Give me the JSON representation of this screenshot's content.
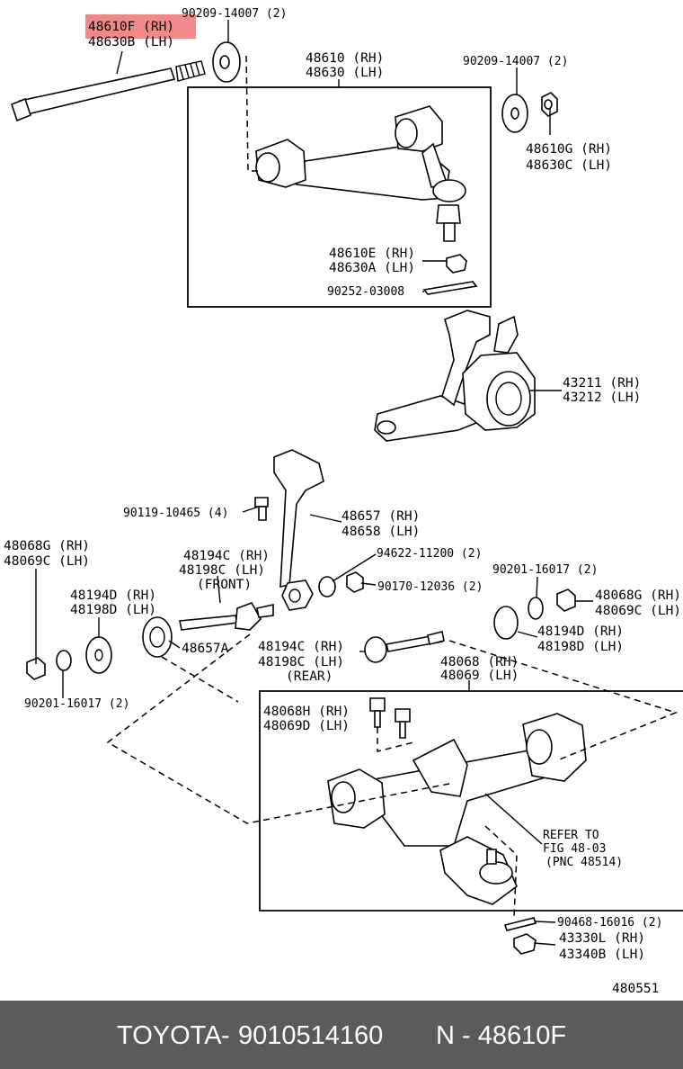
{
  "highlight_color": "#f08a8a",
  "footer": {
    "brand": "TOYOTA",
    "separator": "-",
    "part_number": "9010514160",
    "ref_text": "N - 48610F",
    "background": "#5b5b5b"
  },
  "diagram_id": "480551",
  "labels": {
    "upper_bolt": {
      "rh": "48610F (RH)",
      "lh": "48630B (LH)"
    },
    "washer_top_left": "90209-14007 (2)",
    "upper_arm": {
      "rh": "48610 (RH)",
      "lh": "48630 (LH)"
    },
    "washer_top_right": "90209-14007 (2)",
    "upper_nut": {
      "rh": "48610G (RH)",
      "lh": "48630C (LH)"
    },
    "upper_ball_nut": {
      "rh": "48610E (RH)",
      "lh": "48630A (LH)"
    },
    "upper_cotter_pin": "90252-03008",
    "knuckle": {
      "rh": "43211 (RH)",
      "lh": "43212 (LH)"
    },
    "strut_bolt": "90119-10465 (4)",
    "strut_rod": {
      "rh": "48657 (RH)",
      "lh": "48658 (LH)"
    },
    "strut_collar": "94622-11200 (2)",
    "strut_nut": "90170-12036 (2)",
    "left_cam_nut": {
      "rh": "48068G (RH)",
      "lh": "48069C (LH)"
    },
    "front_cam_bolt": {
      "rh": "48194C (RH)",
      "lh": "48198C (LH)",
      "note": "(FRONT)"
    },
    "right_washer": "90201-16017 (2)",
    "right_cam_nut": {
      "rh": "48068G (RH)",
      "lh": "48069C (LH)"
    },
    "left_cam_plate": {
      "rh": "48194D (RH)",
      "lh": "48198D (LH)"
    },
    "strut_bushing": "48657A",
    "right_cam_plate": {
      "rh": "48194D (RH)",
      "lh": "48198D (LH)"
    },
    "rear_cam_bolt": {
      "rh": "48194C (RH)",
      "lh": "48198C (LH)",
      "note": "(REAR)"
    },
    "lower_arm": {
      "rh": "48068 (RH)",
      "lh": "48069 (LH)"
    },
    "left_washer": "90201-16017 (2)",
    "lower_bolt": {
      "rh": "48068H (RH)",
      "lh": "48069D (LH)"
    },
    "refer": {
      "line1": "REFER TO",
      "line2": "FIG 48-03",
      "line3": "(PNC 48514)"
    },
    "lower_cotter_pin": "90468-16016 (2)",
    "lower_ball_nut": {
      "rh": "43330L (RH)",
      "lh": "43340B (LH)"
    }
  }
}
